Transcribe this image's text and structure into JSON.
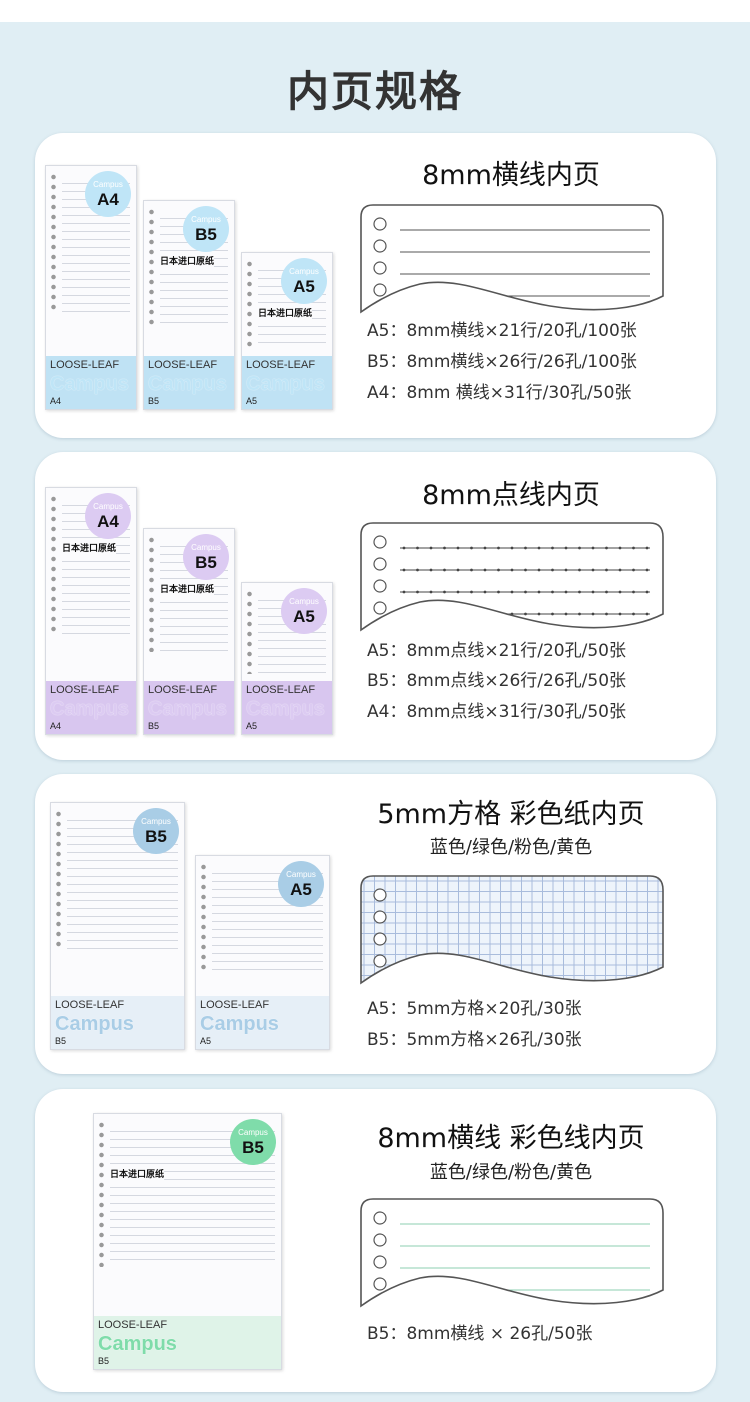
{
  "page_title": "内页规格",
  "cards": [
    {
      "title": "8mm横线内页",
      "pattern": "lines",
      "line_color": "#555555",
      "specs": [
        "A5：8mm横线×21行/20孔/100张",
        "B5：8mm横线×26行/26孔/100张",
        "A4：8mm 横线×31行/30孔/50张"
      ],
      "band_color": "#bfe2f4",
      "badge_color": "#bfe5f7",
      "packs": [
        {
          "size": "A4",
          "brand": "Campus",
          "loose": "LOOSE-LEAF",
          "jp": ""
        },
        {
          "size": "B5",
          "brand": "Campus",
          "loose": "LOOSE-LEAF",
          "jp": "日本进口原纸"
        },
        {
          "size": "A5",
          "brand": "Campus",
          "loose": "LOOSE-LEAF",
          "jp": "日本进口原纸"
        }
      ]
    },
    {
      "title": "8mm点线内页",
      "pattern": "dotted",
      "line_color": "#444444",
      "specs": [
        "A5：8mm点线×21行/20孔/50张",
        "B5：8mm点线×26行/26孔/50张",
        "A4：8mm点线×31行/30孔/50张"
      ],
      "band_color": "#d8c6ef",
      "badge_color": "#dccbf2",
      "packs": [
        {
          "size": "A4",
          "brand": "Campus",
          "loose": "LOOSE-LEAF",
          "jp": "日本进口原纸"
        },
        {
          "size": "B5",
          "brand": "Campus",
          "loose": "LOOSE-LEAF",
          "jp": "日本进口原纸"
        },
        {
          "size": "A5",
          "brand": "Campus",
          "loose": "LOOSE-LEAF",
          "jp": ""
        }
      ]
    },
    {
      "title": "5mm方格 彩色纸内页",
      "subtitle": "蓝色/绿色/粉色/黄色",
      "pattern": "grid",
      "line_color": "#a9bcdc",
      "fill_color": "#eef4fb",
      "specs": [
        "A5：5mm方格×20孔/30张",
        "B5：5mm方格×26孔/30张"
      ],
      "band_color": "#e6eff7",
      "badge_color": "#a9cde6",
      "packs": [
        {
          "size": "B5",
          "brand": "Campus",
          "loose": "LOOSE-LEAF",
          "jp": ""
        },
        {
          "size": "A5",
          "brand": "Campus",
          "loose": "LOOSE-LEAF",
          "jp": ""
        }
      ]
    },
    {
      "title": "8mm横线 彩色线内页",
      "subtitle": "蓝色/绿色/粉色/黄色",
      "pattern": "lines",
      "line_color": "#8ccfb0",
      "specs": [
        "B5：8mm横线 × 26孔/50张"
      ],
      "band_color": "#dff3e8",
      "badge_color": "#7fdcaa",
      "packs": [
        {
          "size": "B5",
          "brand": "Campus",
          "loose": "LOOSE-LEAF",
          "jp": "日本进口原纸"
        }
      ]
    }
  ]
}
